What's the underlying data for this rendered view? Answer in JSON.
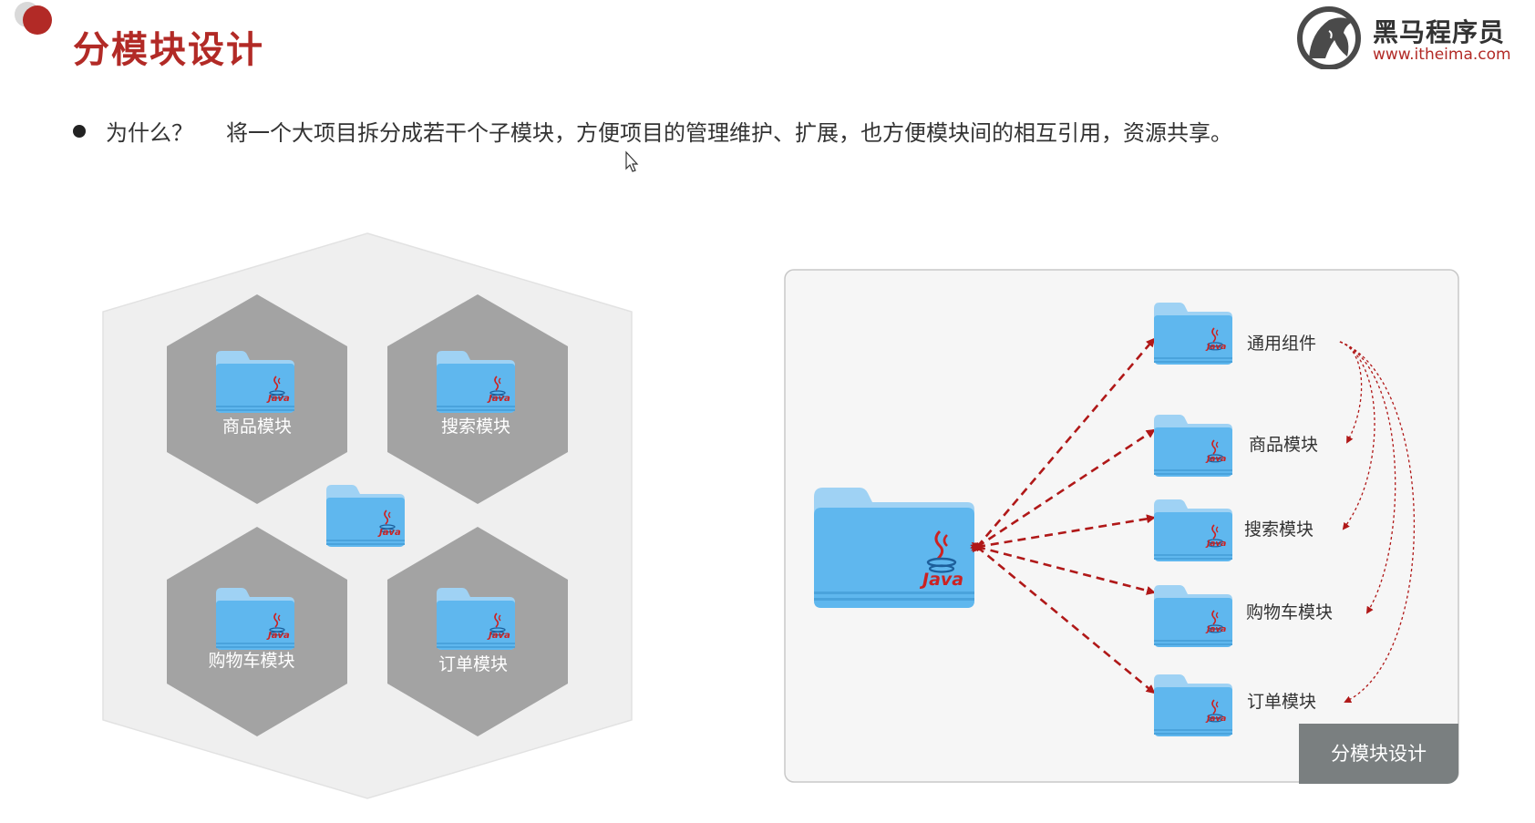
{
  "header": {
    "title": "分模块设计",
    "logo_cn": "黑马程序员",
    "logo_url": "www.itheima.com"
  },
  "bullet": {
    "question": "为什么？",
    "answer": "将一个大项目拆分成若干个子模块，方便项目的管理维护、扩展，也方便模块间的相互引用，资源共享。"
  },
  "left_diagram": {
    "modules": [
      {
        "label": "商品模块"
      },
      {
        "label": "搜索模块"
      },
      {
        "label": "购物车模块"
      },
      {
        "label": "订单模块"
      }
    ]
  },
  "right_diagram": {
    "modules": [
      {
        "label": "通用组件"
      },
      {
        "label": "商品模块"
      },
      {
        "label": "搜索模块"
      },
      {
        "label": "购物车模块"
      },
      {
        "label": "订单模块"
      }
    ],
    "caption": "分模块设计"
  },
  "folder_label": "Java",
  "colors": {
    "accent": "#b22a26",
    "hex_fill": "#a3a3a3",
    "arrow": "#b01818",
    "folder": "#5fb7ee",
    "caption_bg": "#7a7f80"
  }
}
